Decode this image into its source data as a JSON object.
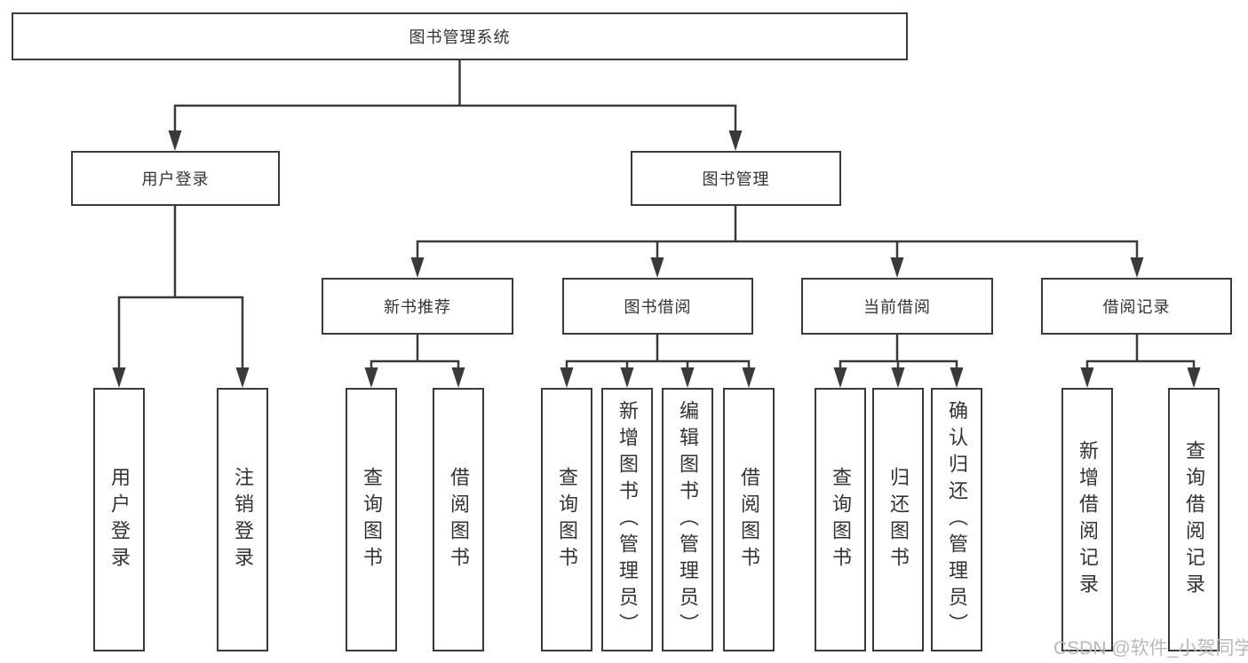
{
  "diagram": {
    "root": {
      "label": "图书管理系统"
    },
    "level2": [
      {
        "label": "用户登录"
      },
      {
        "label": "图书管理"
      }
    ],
    "level3": [
      {
        "label": "新书推荐"
      },
      {
        "label": "图书借阅"
      },
      {
        "label": "当前借阅"
      },
      {
        "label": "借阅记录"
      }
    ],
    "leaves": [
      {
        "label": "用户登录",
        "parent": "用户登录"
      },
      {
        "label": "注销登录",
        "parent": "用户登录"
      },
      {
        "label": "查询图书",
        "parent": "新书推荐"
      },
      {
        "label": "借阅图书",
        "parent": "新书推荐"
      },
      {
        "label": "查询图书",
        "parent": "图书借阅"
      },
      {
        "label": "新增图书（管理员）",
        "parent": "图书借阅"
      },
      {
        "label": "编辑图书（管理员）",
        "parent": "图书借阅"
      },
      {
        "label": "借阅图书",
        "parent": "图书借阅"
      },
      {
        "label": "查询图书",
        "parent": "当前借阅"
      },
      {
        "label": "归还图书",
        "parent": "当前借阅"
      },
      {
        "label": "确认归还（管理员）",
        "parent": "当前借阅"
      },
      {
        "label": "新增借阅记录",
        "parent": "借阅记录"
      },
      {
        "label": "查询借阅记录",
        "parent": "借阅记录"
      }
    ]
  },
  "watermark": "CSDN @软件_小贺同学",
  "colors": {
    "line": "#3a3a3a",
    "text": "#333333",
    "watermark": "#b9b9b9",
    "background": "#ffffff"
  }
}
